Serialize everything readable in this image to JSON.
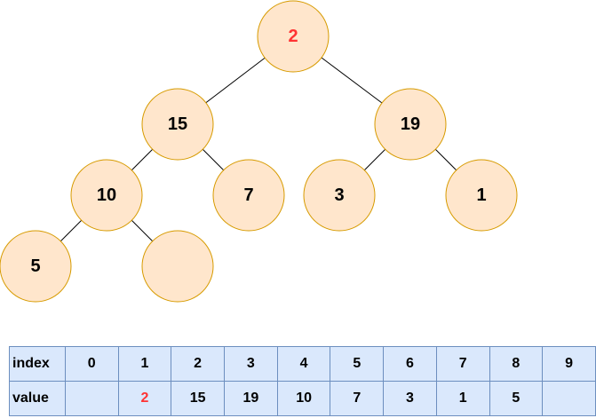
{
  "colors": {
    "node_fill": "#ffe6cc",
    "node_stroke": "#d79b00",
    "cell_fill": "#dae8fc",
    "cell_stroke": "#6c8ebf",
    "highlight": "#ff3333"
  },
  "tree": {
    "nodes": [
      {
        "key": "n1",
        "label": "2",
        "highlight": true
      },
      {
        "key": "n2",
        "label": "15"
      },
      {
        "key": "n3",
        "label": "19"
      },
      {
        "key": "n4",
        "label": "10"
      },
      {
        "key": "n5",
        "label": "7"
      },
      {
        "key": "n6",
        "label": "3"
      },
      {
        "key": "n7",
        "label": "1"
      },
      {
        "key": "n8",
        "label": "5"
      },
      {
        "key": "n9",
        "label": ""
      }
    ],
    "edges": [
      [
        "n1",
        "n2"
      ],
      [
        "n1",
        "n3"
      ],
      [
        "n2",
        "n4"
      ],
      [
        "n2",
        "n5"
      ],
      [
        "n3",
        "n6"
      ],
      [
        "n3",
        "n7"
      ],
      [
        "n4",
        "n8"
      ],
      [
        "n4",
        "n9"
      ]
    ]
  },
  "table": {
    "index_label": "index",
    "value_label": "value",
    "indices": [
      "0",
      "1",
      "2",
      "3",
      "4",
      "5",
      "6",
      "7",
      "8",
      "9"
    ],
    "values": [
      "",
      "2",
      "15",
      "19",
      "10",
      "7",
      "3",
      "1",
      "5",
      ""
    ],
    "highlight_value_index": 1
  }
}
